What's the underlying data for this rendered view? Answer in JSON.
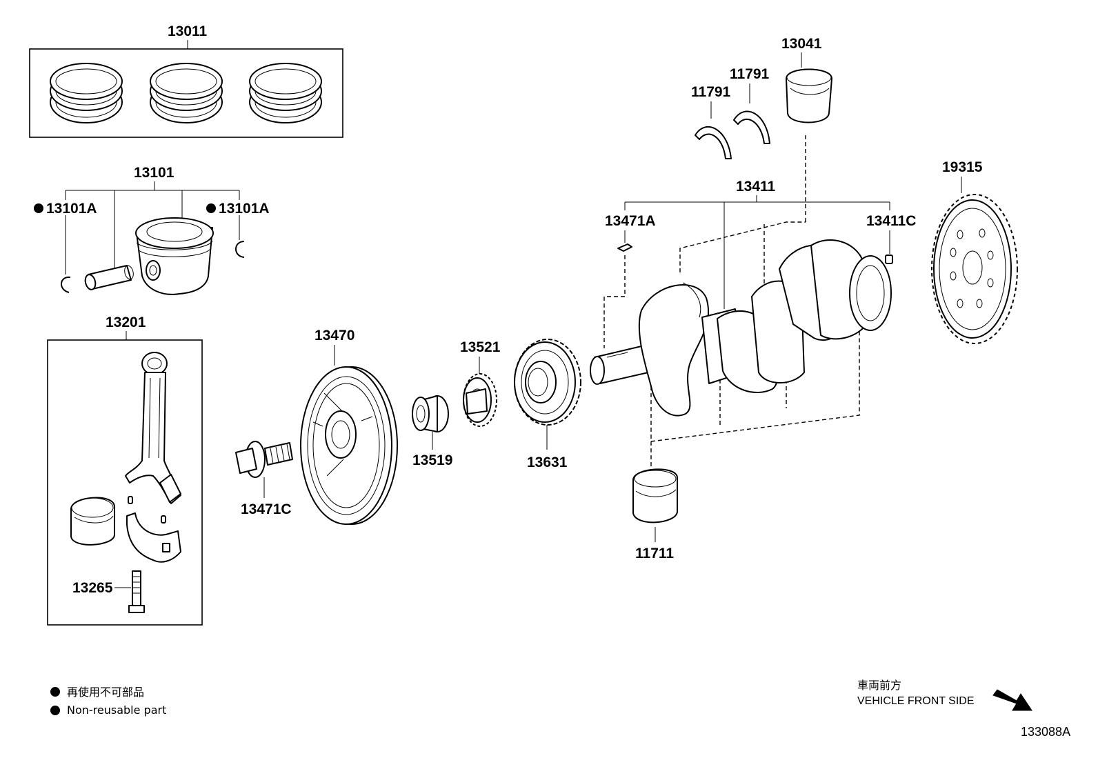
{
  "parts": {
    "p13011": "13011",
    "p13101": "13101",
    "p13101a_left": "13101A",
    "p13101a_right": "13101A",
    "p13201": "13201",
    "p13265": "13265",
    "p13470": "13470",
    "p13471c": "13471C",
    "p13519": "13519",
    "p13521": "13521",
    "p13631": "13631",
    "p13411": "13411",
    "p13471a": "13471A",
    "p13411c": "13411C",
    "p11711": "11711",
    "p11791_left": "11791",
    "p11791_right": "11791",
    "p13041": "13041",
    "p19315": "19315"
  },
  "legend": {
    "line1": "再使用不可部品",
    "line2": "Non-reusable part"
  },
  "direction": {
    "japanese": "車両前方",
    "english": "VEHICLE FRONT SIDE"
  },
  "diagram_code": "133088A"
}
